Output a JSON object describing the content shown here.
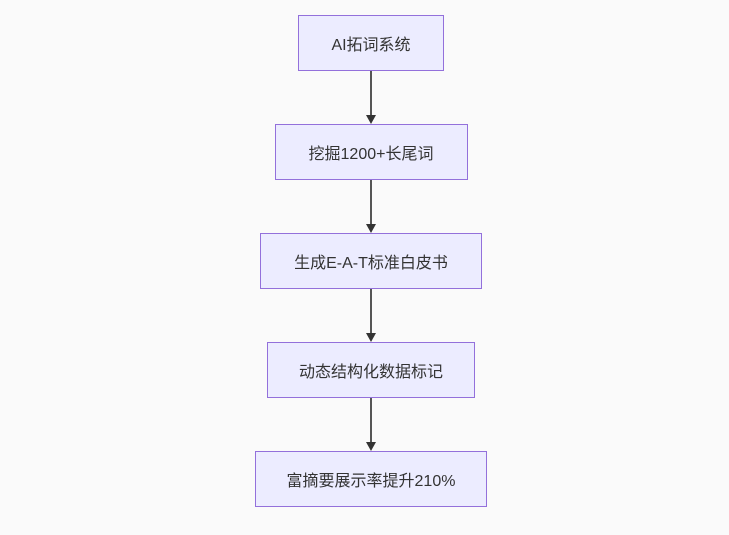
{
  "diagram": {
    "type": "flowchart",
    "direction": "top-down",
    "nodes": [
      {
        "id": "step-1",
        "label": "AI拓词系统"
      },
      {
        "id": "step-2",
        "label": "挖掘1200+长尾词"
      },
      {
        "id": "step-3",
        "label": "生成E-A-T标准白皮书"
      },
      {
        "id": "step-4",
        "label": "动态结构化数据标记"
      },
      {
        "id": "step-5",
        "label": "富摘要展示率提升210%"
      }
    ],
    "edges": [
      {
        "from": "step-1",
        "to": "step-2"
      },
      {
        "from": "step-2",
        "to": "step-3"
      },
      {
        "from": "step-3",
        "to": "step-4"
      },
      {
        "from": "step-4",
        "to": "step-5"
      }
    ],
    "colors": {
      "background": "#fafafa",
      "node_fill": "#ececff",
      "node_border": "#9370db",
      "text": "#333333",
      "arrow": "#333333"
    }
  }
}
